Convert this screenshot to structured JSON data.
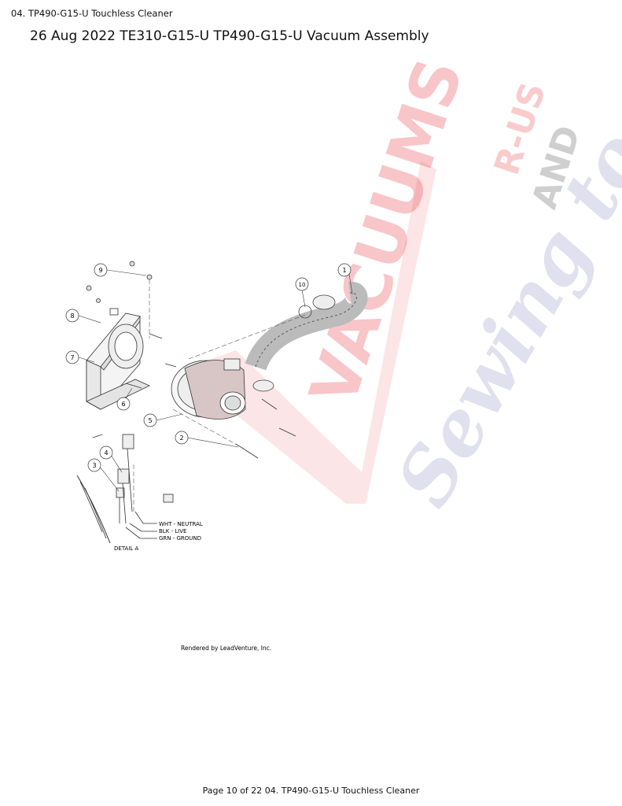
{
  "header": {
    "section": "04. TP490-G15-U Touchless Cleaner",
    "title": "26 Aug 2022 TE310-G15-U TP490-G15-U Vacuum Assembly"
  },
  "diagram": {
    "callouts": [
      "1",
      "2",
      "3",
      "4",
      "5",
      "6",
      "7",
      "8",
      "9",
      "10"
    ],
    "wire_labels": [
      "WHT - NEUTRAL",
      "BLK - LIVE",
      "GRN - GROUND"
    ],
    "detail_label": "DETAIL A",
    "rendered_by": "Rendered by LeadVenture, Inc."
  },
  "watermark": {
    "vacuums": "VACUUMS",
    "r_us": "R-US",
    "and": "AND",
    "sewing": "Sewing too",
    "colors": {
      "red": "#e8343c",
      "purple": "#5a5aaa",
      "gray": "#888888"
    }
  },
  "footer": {
    "page": "Page 10 of 22 04. TP490-G15-U Touchless Cleaner"
  }
}
